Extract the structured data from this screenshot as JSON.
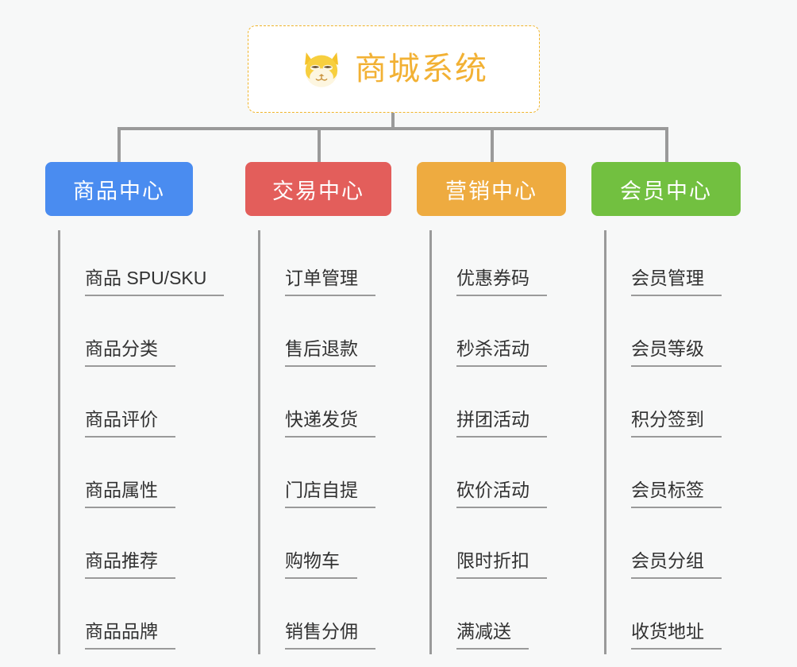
{
  "root": {
    "title": "商城系统",
    "icon": "dog-face-icon",
    "border_color": "#f0b429",
    "text_color": "#f2b134"
  },
  "connector_color": "#9a9a9a",
  "background_color": "#f7f8f8",
  "categories": [
    {
      "label": "商品中心",
      "color": "#4a8cf0",
      "items": [
        "商品 SPU/SKU",
        "商品分类",
        "商品评价",
        "商品属性",
        "商品推荐",
        "商品品牌"
      ]
    },
    {
      "label": "交易中心",
      "color": "#e35e5b",
      "items": [
        "订单管理",
        "售后退款",
        "快递发货",
        "门店自提",
        "购物车",
        "销售分佣"
      ]
    },
    {
      "label": "营销中心",
      "color": "#eeab40",
      "items": [
        "优惠券码",
        "秒杀活动",
        "拼团活动",
        "砍价活动",
        "限时折扣",
        "满减送"
      ]
    },
    {
      "label": "会员中心",
      "color": "#72c040",
      "items": [
        "会员管理",
        "会员等级",
        "积分签到",
        "会员标签",
        "会员分组",
        "收货地址"
      ]
    }
  ]
}
